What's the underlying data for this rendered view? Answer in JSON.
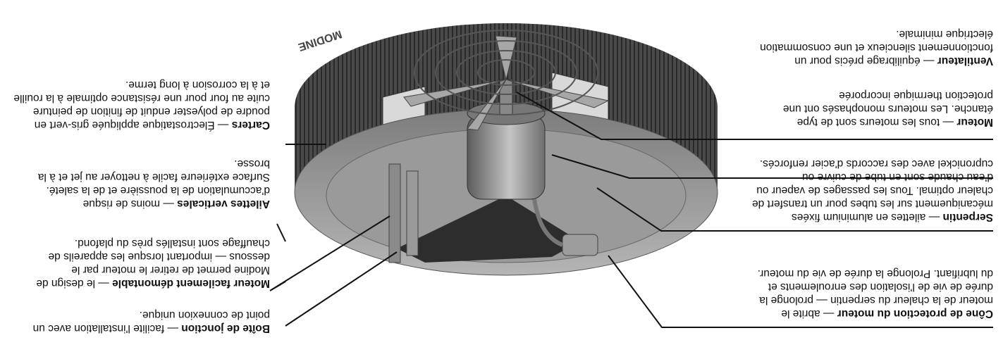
{
  "callouts": {
    "protection_cone": {
      "title": "Cône de protection du moteur",
      "text": " — abrite le moteur de la chaleur du serpentin — prolonge la durée de vie de l'isolation des enroulements et du lubrifiant. Prolonge la durée de vie du moteur."
    },
    "serpentin": {
      "title": "Serpentin",
      "text": " — ailettes en aluminium fixées mécaniquement sur les tubes pour un transfert de chaleur optimal. Tous les passages de vapeur ou d'eau chaude sont en tube de cuivre ou cupronickel avec des raccords d'acier renforcés."
    },
    "moteur": {
      "title": "Moteur",
      "text": " — tous les moteurs sont de type étanche. Les moteurs monophasés ont une protection thermique incorporée"
    },
    "ventilateur": {
      "title": "Ventilateur",
      "text": " — équilibrage précis pour un fonctionnement silencieux et une consommation électrique minimale."
    },
    "carters": {
      "title": "Carters",
      "text": " — Électrostatique appliquée gris-vert en poudre de polyester enduit de finition de peinture cuite au four pour une résistance optimale à la rouille et à la corrosion à long terme."
    },
    "ailettes": {
      "title": "Ailettes verticales",
      "text": " — moins de risque d'accumulation de la poussière et de la saleté. Surface extérieure facile à nettoyer au jet et à la brosse."
    },
    "moteur_demontable": {
      "title": "Moteur facilement démontable",
      "text": " — le design de Modine permet de retirer le moteur par le dessous — important lorsque les appareils de chauffage sont installés près du plafond."
    },
    "boite_jonction": {
      "title": "Boîte de jonction",
      "text": " — facilite l'installation avec un point de connexion unique."
    }
  },
  "brand": {
    "logo_text": "MODINE"
  },
  "colors": {
    "housing": "#8c8c8c",
    "fins": "#3a3a3a",
    "text": "#111111"
  }
}
